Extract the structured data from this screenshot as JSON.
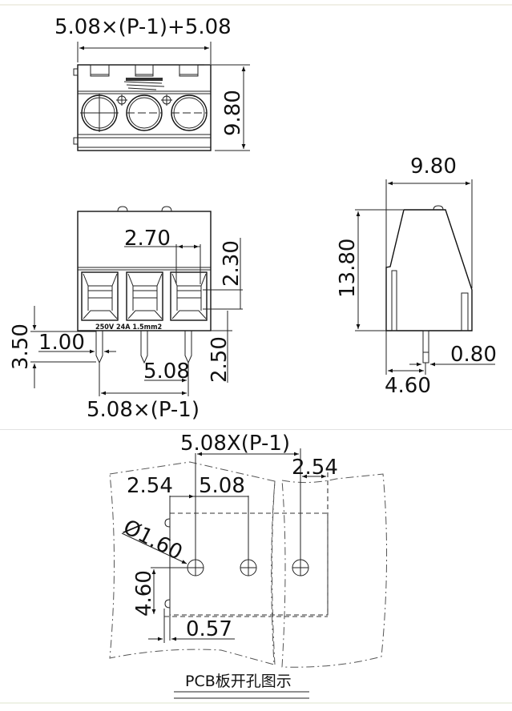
{
  "top_view": {
    "width_label": "5.08×(P-1)+5.08",
    "height_label": "9.80"
  },
  "front_view": {
    "slot_width_label": "2.70",
    "slot_height_label": "2.30",
    "rating_text": "250V  24A 1.5mm2",
    "pin_length_label": "3.50",
    "pin_width_label": "1.00",
    "pin_pitch_label": "5.08",
    "pin_offset_label": "2.50",
    "total_pitch_label": "5.08×(P-1)"
  },
  "side_view": {
    "depth_label": "9.80",
    "height_label": "13.80",
    "pin_thickness_label": "0.80",
    "pin_position_label": "4.60"
  },
  "pcb_layout": {
    "total_pitch_label": "5.08X(P-1)",
    "edge_offset_right_label": "2.54",
    "edge_offset_left_label": "2.54",
    "pitch_label": "5.08",
    "hole_diameter_label": "Ø1.60",
    "row_offset_label": "4.60",
    "notch_label": "0.57",
    "caption": "PCB板开孔图示"
  }
}
